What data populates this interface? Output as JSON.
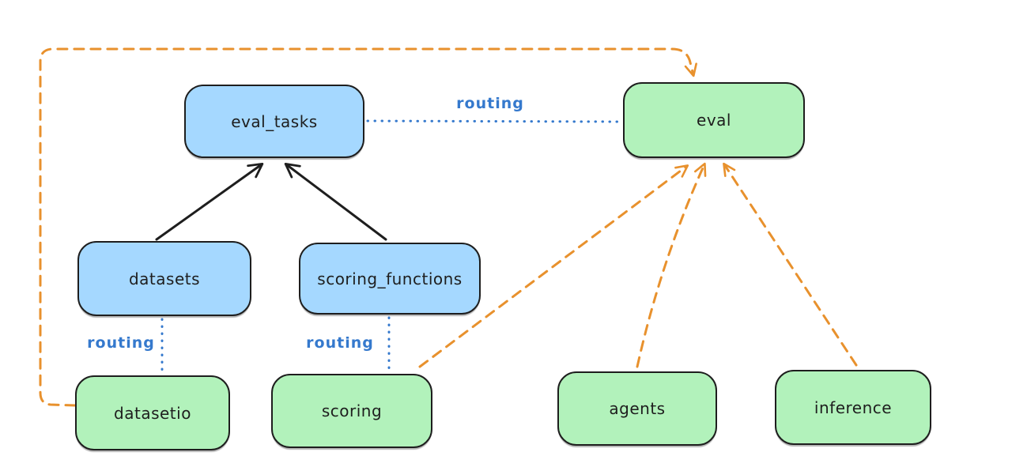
{
  "diagram": {
    "nodes": {
      "eval_tasks": {
        "label": "eval_tasks",
        "fill": "#a5d8ff"
      },
      "eval": {
        "label": "eval",
        "fill": "#b2f2bb"
      },
      "datasets": {
        "label": "datasets",
        "fill": "#a5d8ff"
      },
      "scoring_functions": {
        "label": "scoring_functions",
        "fill": "#a5d8ff"
      },
      "datasetio": {
        "label": "datasetio",
        "fill": "#b2f2bb"
      },
      "scoring": {
        "label": "scoring",
        "fill": "#b2f2bb"
      },
      "agents": {
        "label": "agents",
        "fill": "#b2f2bb"
      },
      "inference": {
        "label": "inference",
        "fill": "#b2f2bb"
      }
    },
    "edge_labels": {
      "routing_top": "routing",
      "routing_left": "routing",
      "routing_mid": "routing"
    },
    "colors": {
      "node_stroke": "#1e1e1e",
      "blue_fill": "#a5d8ff",
      "green_fill": "#b2f2bb",
      "routing_blue": "#3579cd",
      "dashed_orange": "#e8912d",
      "background": "#ffffff"
    }
  }
}
